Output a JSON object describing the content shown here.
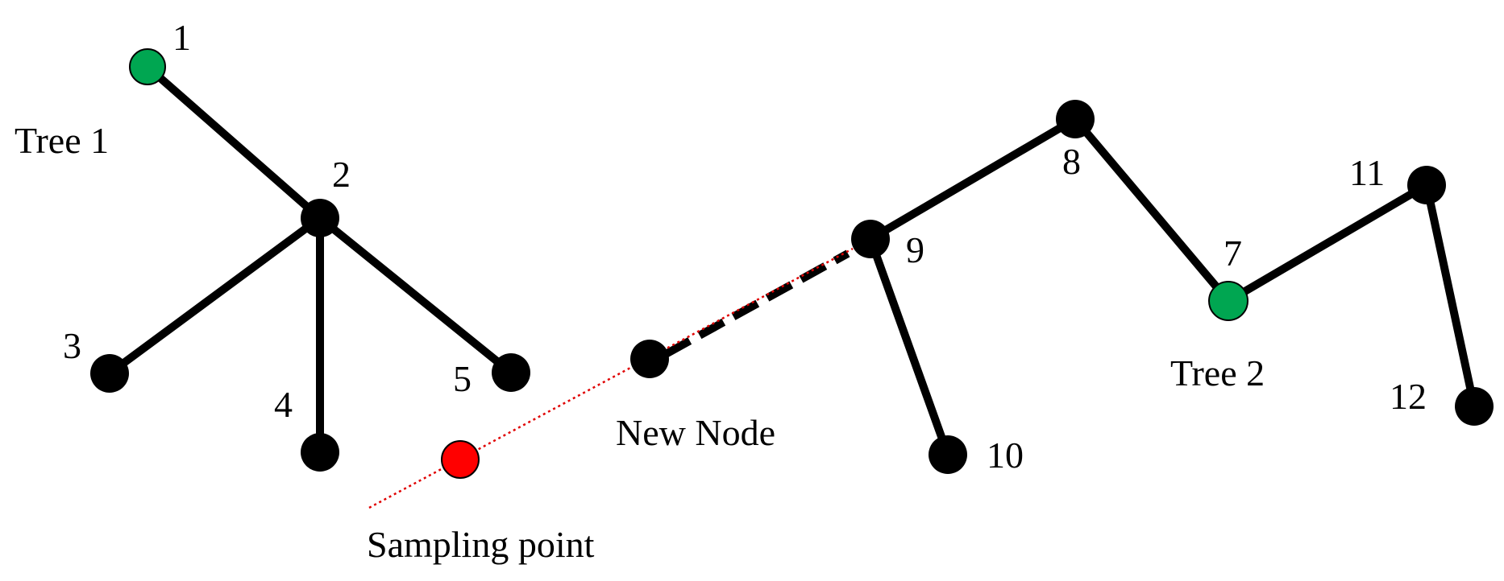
{
  "labels": {
    "tree1": "Tree 1",
    "tree2": "Tree 2",
    "new_node": "New Node",
    "sampling_point": "Sampling point"
  },
  "nodes": {
    "n1": "1",
    "n2": "2",
    "n3": "3",
    "n4": "4",
    "n5": "5",
    "n7": "7",
    "n8": "8",
    "n9": "9",
    "n10": "10",
    "n11": "11",
    "n12": "12"
  },
  "colors": {
    "node": "#000000",
    "root": "#00a651",
    "sample": "#ff0000",
    "sample_line": "#e00000"
  }
}
